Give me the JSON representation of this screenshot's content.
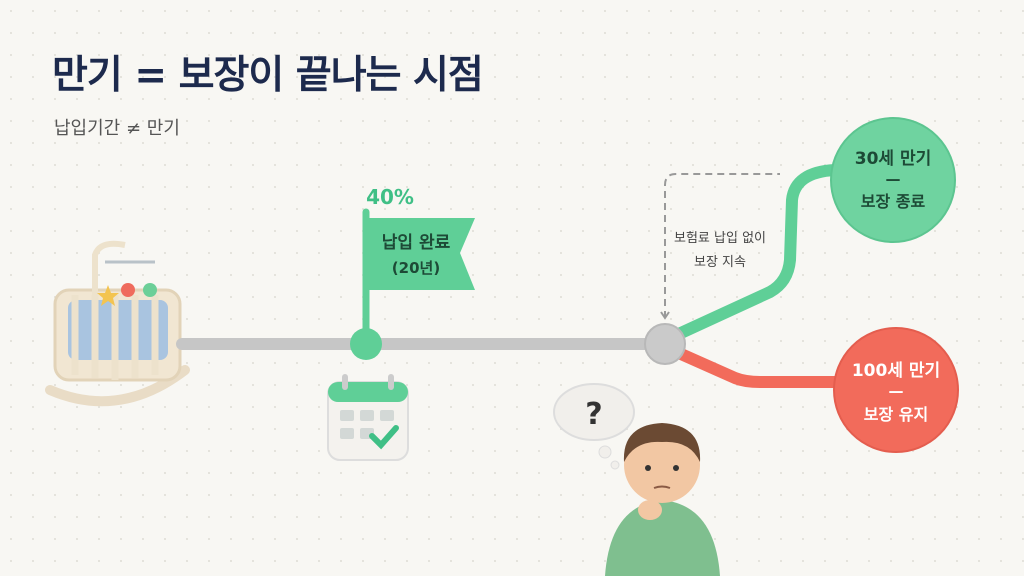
{
  "title": "만기 = 보장이 끝나는 시점",
  "subtitle": "납입기간 ≠ 만기",
  "milestone": {
    "percent": "40%",
    "flag_line1": "납입 완료",
    "flag_line2": "(20년)"
  },
  "note": {
    "line1": "보험료 납입 없이",
    "line2": "보장 지속"
  },
  "outcome_30": {
    "line1": "30세 만기",
    "dash": "—",
    "line2": "보장 종료"
  },
  "outcome_100": {
    "line1": "100세 만기",
    "dash": "—",
    "line2": "보장 유지"
  },
  "thought": "?",
  "colors": {
    "green": "#5fcf97",
    "red": "#f26b5b",
    "navy": "#1d2a4d",
    "gray": "#c6c6c6"
  }
}
